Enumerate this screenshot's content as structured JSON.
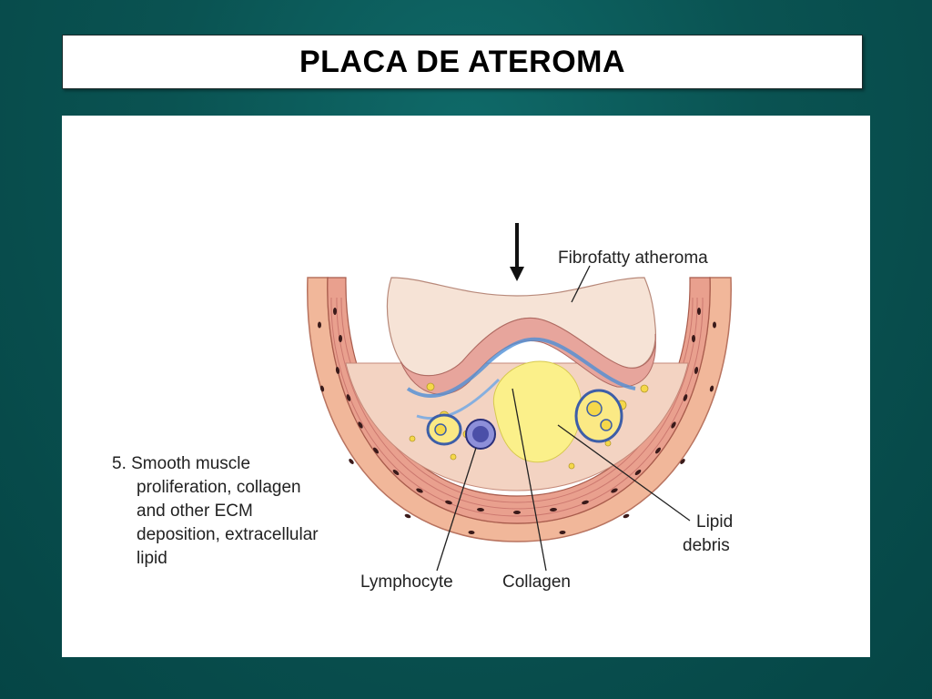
{
  "slide": {
    "title": "PLACA DE ATEROMA"
  },
  "diagram": {
    "labels": {
      "fibrofatty": "Fibrofatty atheroma",
      "step_line1": "5. Smooth muscle",
      "step_line2": "proliferation, collagen",
      "step_line3": "and other ECM",
      "step_line4": "deposition, extracellular",
      "step_line5": "lipid",
      "lymphocyte": "Lymphocyte",
      "collagen": "Collagen",
      "lipid_line1": "Lipid",
      "lipid_line2": "debris"
    },
    "colors": {
      "background": "#0a5352",
      "wall_outer": "#f1b79a",
      "wall_media": "#e9a08e",
      "muscle_cell": "#d98a86",
      "nuclei": "#3a1a1a",
      "plaque_tissue": "#f6e3d6",
      "lipid_core": "#fbf08a",
      "collagen": "#4f8fd6",
      "lymphocyte": "#8d8fd9"
    }
  }
}
